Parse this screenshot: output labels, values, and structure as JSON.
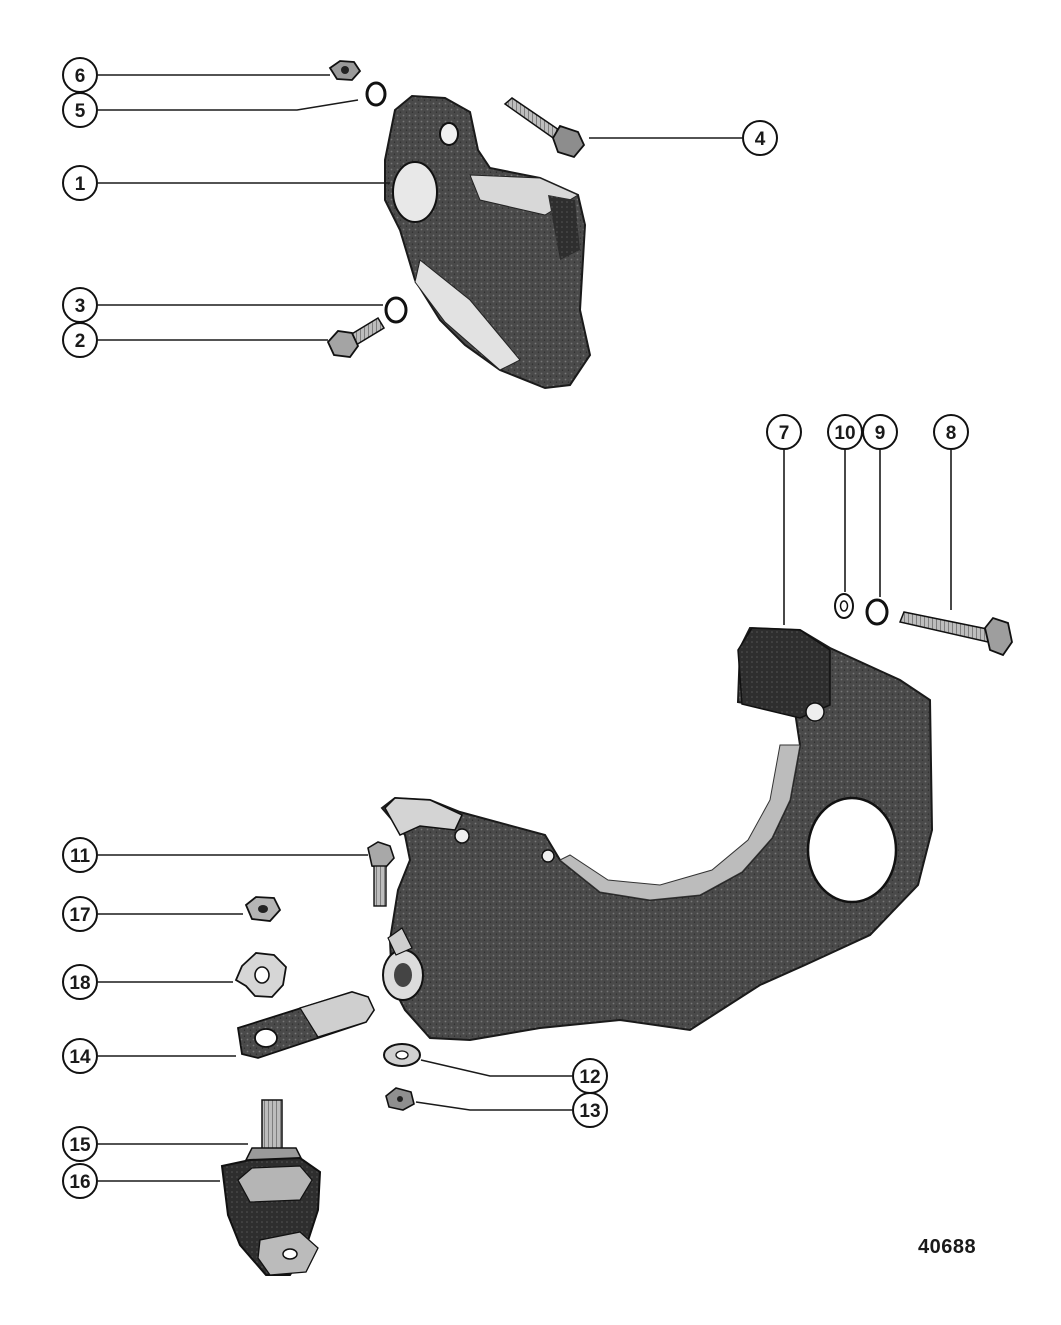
{
  "figure_number": "40688",
  "parts": [
    {
      "key": "p6",
      "label": "6"
    },
    {
      "key": "p5",
      "label": "5"
    },
    {
      "key": "p4",
      "label": "4"
    },
    {
      "key": "p1",
      "label": "1"
    },
    {
      "key": "p3",
      "label": "3"
    },
    {
      "key": "p2",
      "label": "2"
    },
    {
      "key": "p7",
      "label": "7"
    },
    {
      "key": "p10",
      "label": "10"
    },
    {
      "key": "p9",
      "label": "9"
    },
    {
      "key": "p8",
      "label": "8"
    },
    {
      "key": "p11",
      "label": "11"
    },
    {
      "key": "p17",
      "label": "17"
    },
    {
      "key": "p18",
      "label": "18"
    },
    {
      "key": "p14",
      "label": "14"
    },
    {
      "key": "p12",
      "label": "12"
    },
    {
      "key": "p13",
      "label": "13"
    },
    {
      "key": "p15",
      "label": "15"
    },
    {
      "key": "p16",
      "label": "16"
    }
  ]
}
